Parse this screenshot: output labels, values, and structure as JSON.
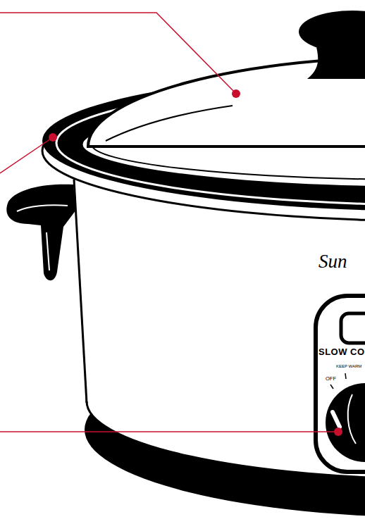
{
  "diagram": {
    "labels": [
      "Sun",
      "SLOW CO",
      "KEEP WARM",
      "OFF"
    ]
  }
}
